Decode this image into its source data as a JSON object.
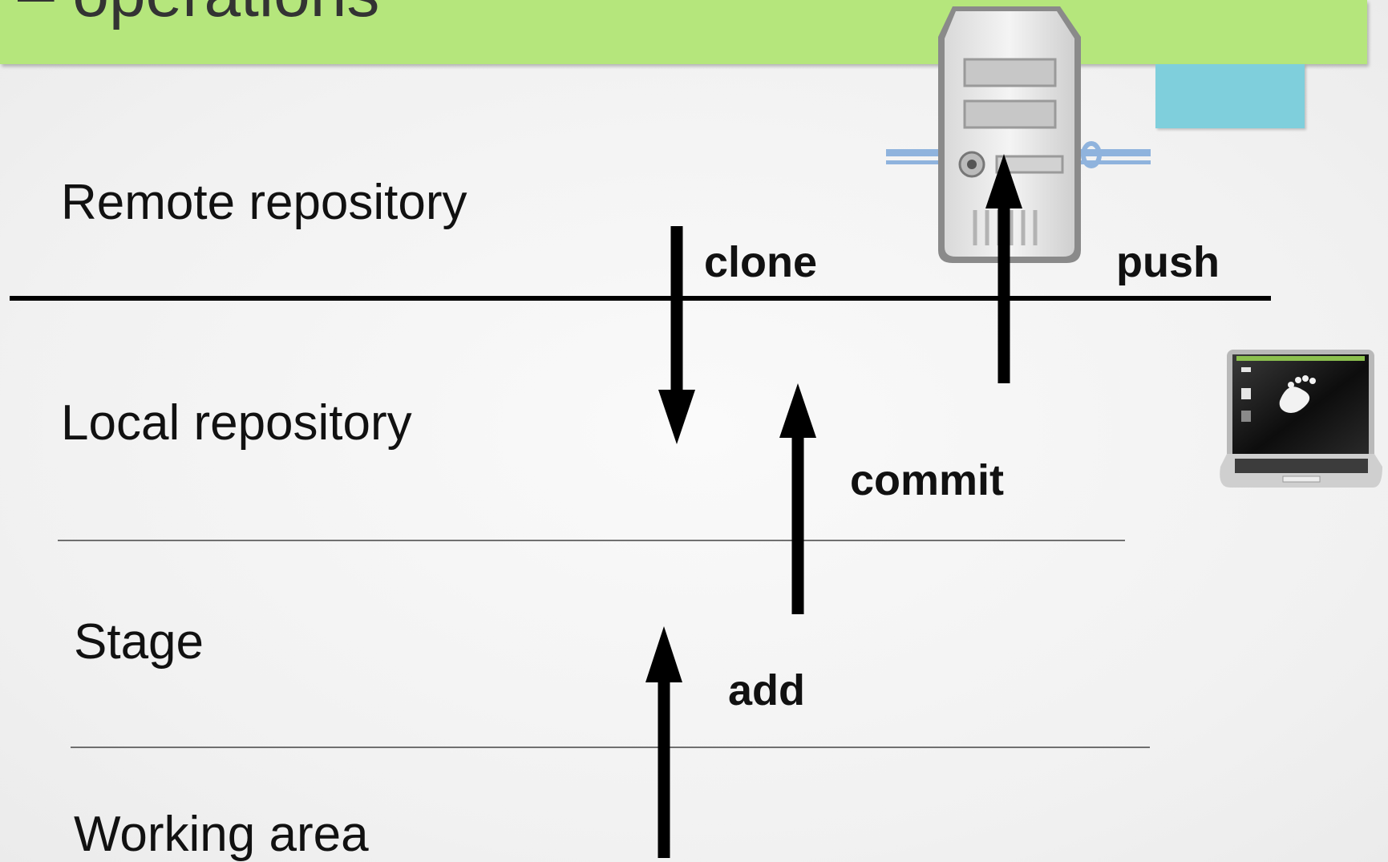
{
  "header": {
    "title": "– operations"
  },
  "areas": {
    "remote": "Remote repository",
    "local": "Local repository",
    "stage": "Stage",
    "working": "Working area"
  },
  "operations": {
    "clone": "clone",
    "push": "push",
    "commit": "commit",
    "add": "add"
  },
  "icons": {
    "server": "server-tower-icon",
    "laptop": "laptop-icon"
  },
  "colors": {
    "title_bar": "#b5e67c",
    "accent_box": "#7fcfdc",
    "arrows": "#000000"
  }
}
